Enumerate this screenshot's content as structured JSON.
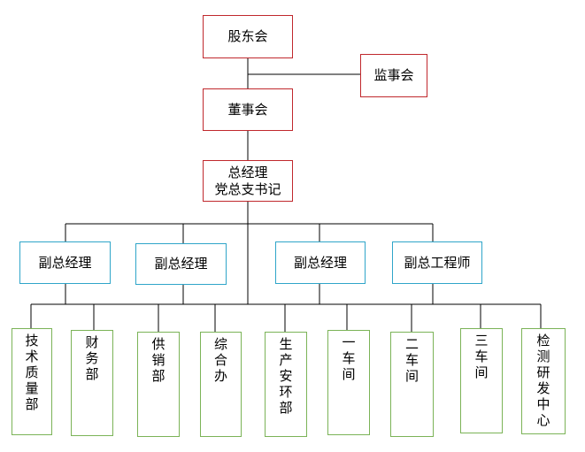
{
  "top": {
    "shareholders": "股东会",
    "supervisors": "监事会",
    "board": "董事会",
    "gm_line1": "总经理",
    "gm_line2": "党总支书记"
  },
  "deputies": [
    "副总经理",
    "副总经理",
    "副总经理",
    "副总工程师"
  ],
  "departments": [
    "技术质量部",
    "财务部",
    "供销部",
    "综合办",
    "生产安环部",
    "一车间",
    "二车间",
    "三车间",
    "检测研发中心"
  ],
  "colors": {
    "top_border": "#c0282d",
    "deputy_border": "#2fa5c9",
    "dept_border": "#7bb357",
    "line": "#000000"
  }
}
